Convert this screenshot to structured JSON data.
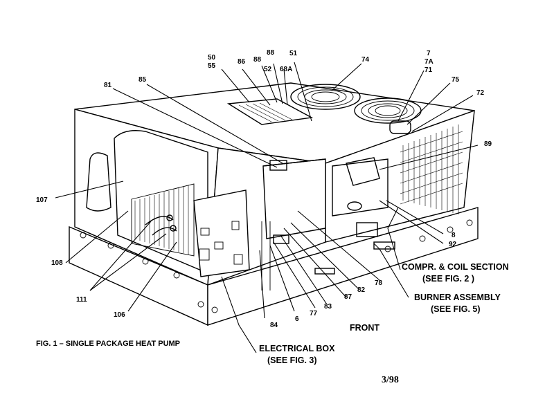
{
  "figure": {
    "caption": "FIG. 1 – SINGLE PACKAGE HEAT PUMP",
    "front_label": "FRONT",
    "date_code": "3/98"
  },
  "sections": {
    "compressor": {
      "line1": "COMPR. & COIL SECTION",
      "line2": "(SEE FIG. 2 )"
    },
    "burner": {
      "line1": "BURNER ASSEMBLY",
      "line2": "(SEE FIG. 5)"
    },
    "electrical": {
      "line1": "ELECTRICAL BOX",
      "line2": "(SEE FIG. 3)"
    }
  },
  "callouts": [
    {
      "id": "c50",
      "text": "50"
    },
    {
      "id": "c55",
      "text": "55"
    },
    {
      "id": "c86",
      "text": "86"
    },
    {
      "id": "c88a",
      "text": "88"
    },
    {
      "id": "c88b",
      "text": "88"
    },
    {
      "id": "c52",
      "text": "52"
    },
    {
      "id": "c68a",
      "text": "68A"
    },
    {
      "id": "c51",
      "text": "51"
    },
    {
      "id": "c74",
      "text": "74"
    },
    {
      "id": "c7",
      "text": "7"
    },
    {
      "id": "c7a",
      "text": "7A"
    },
    {
      "id": "c71",
      "text": "71"
    },
    {
      "id": "c75",
      "text": "75"
    },
    {
      "id": "c72",
      "text": "72"
    },
    {
      "id": "c89",
      "text": "89"
    },
    {
      "id": "c81",
      "text": "81"
    },
    {
      "id": "c85",
      "text": "85"
    },
    {
      "id": "c107",
      "text": "107"
    },
    {
      "id": "c108",
      "text": "108"
    },
    {
      "id": "c111",
      "text": "111"
    },
    {
      "id": "c106",
      "text": "106"
    },
    {
      "id": "c84",
      "text": "84"
    },
    {
      "id": "c6",
      "text": "6"
    },
    {
      "id": "c77",
      "text": "77"
    },
    {
      "id": "c83",
      "text": "83"
    },
    {
      "id": "c87",
      "text": "87"
    },
    {
      "id": "c82",
      "text": "82"
    },
    {
      "id": "c78",
      "text": "78"
    },
    {
      "id": "c8",
      "text": "8"
    },
    {
      "id": "c92",
      "text": "92"
    }
  ]
}
